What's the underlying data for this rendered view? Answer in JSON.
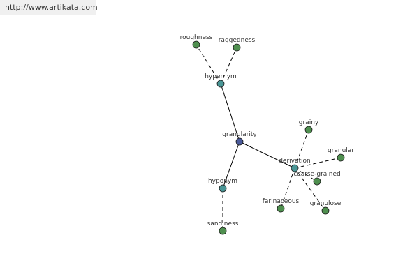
{
  "site_url": "http://www.artikata.com",
  "colors": {
    "center": "#4a5a9a",
    "relation": "#4a9696",
    "leaf": "#4f8f4f",
    "edge": "#000000"
  },
  "graph": {
    "nodes": [
      {
        "id": "granularity",
        "label": "granularity",
        "kind": "center"
      },
      {
        "id": "hypernym",
        "label": "hypernym",
        "kind": "relation"
      },
      {
        "id": "hyponym",
        "label": "hyponym",
        "kind": "relation"
      },
      {
        "id": "derivation",
        "label": "derivation",
        "kind": "relation"
      },
      {
        "id": "roughness",
        "label": "roughness",
        "kind": "leaf"
      },
      {
        "id": "raggedness",
        "label": "raggedness",
        "kind": "leaf"
      },
      {
        "id": "sandiness",
        "label": "sandiness",
        "kind": "leaf"
      },
      {
        "id": "grainy",
        "label": "grainy",
        "kind": "leaf"
      },
      {
        "id": "granular",
        "label": "granular",
        "kind": "leaf"
      },
      {
        "id": "coarse-grained",
        "label": "coarse-grained",
        "kind": "leaf"
      },
      {
        "id": "farinaceous",
        "label": "farinaceous",
        "kind": "leaf"
      },
      {
        "id": "granulose",
        "label": "granulose",
        "kind": "leaf"
      }
    ],
    "edges": [
      {
        "from": "granularity",
        "to": "hypernym",
        "style": "solid"
      },
      {
        "from": "granularity",
        "to": "hyponym",
        "style": "solid"
      },
      {
        "from": "granularity",
        "to": "derivation",
        "style": "solid"
      },
      {
        "from": "hypernym",
        "to": "roughness",
        "style": "dashed"
      },
      {
        "from": "hypernym",
        "to": "raggedness",
        "style": "dashed"
      },
      {
        "from": "hyponym",
        "to": "sandiness",
        "style": "dashed"
      },
      {
        "from": "derivation",
        "to": "grainy",
        "style": "dashed"
      },
      {
        "from": "derivation",
        "to": "granular",
        "style": "dashed"
      },
      {
        "from": "derivation",
        "to": "coarse-grained",
        "style": "dashed"
      },
      {
        "from": "derivation",
        "to": "farinaceous",
        "style": "dashed"
      },
      {
        "from": "derivation",
        "to": "granulose",
        "style": "dashed"
      }
    ]
  }
}
